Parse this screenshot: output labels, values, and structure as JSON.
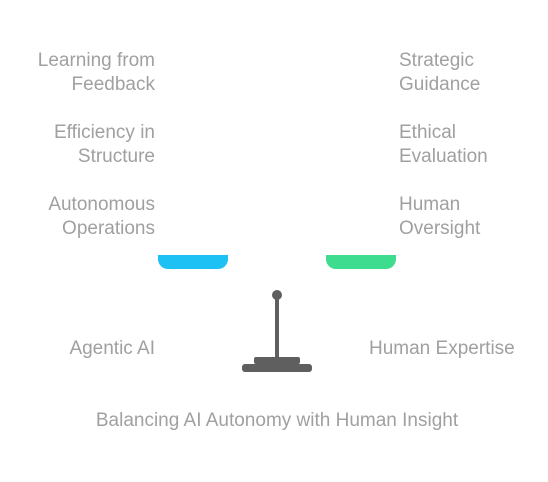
{
  "left_items": [
    "Learning from\nFeedback",
    "Efficiency in\nStructure",
    "Autonomous\nOperations"
  ],
  "right_items": [
    "Strategic\nGuidance",
    "Ethical\nEvaluation",
    "Human\nOversight"
  ],
  "left_side_label": "Agentic AI",
  "right_side_label": "Human Expertise",
  "caption": "Balancing AI Autonomy with Human Insight",
  "colors": {
    "left_pan": "#1ec1f4",
    "right_pan": "#3ddc8e",
    "stand": "#5f5f5f",
    "text": "#a0a0a0"
  }
}
